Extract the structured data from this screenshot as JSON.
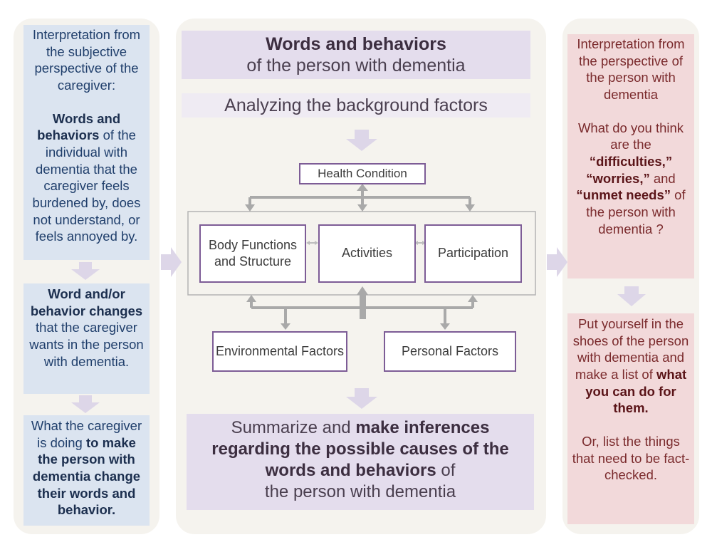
{
  "left": {
    "box1": {
      "intro": "Interpretation from the subjective perspective of the caregiver:",
      "bold1": "Words and behaviors",
      "rest1": "of the individual with dementia that the caregiver feels burdened by, does not understand, or feels annoyed by."
    },
    "box2": {
      "bold1": "Word and/or behavior changes",
      "rest1": "that the caregiver wants in the person with dementia."
    },
    "box3": {
      "pre": "What the caregiver is doing",
      "bold1": "to make the person with dementia change their words and behavior."
    }
  },
  "center": {
    "header": {
      "bold": "Words and behaviors",
      "rest": "of the person with dementia"
    },
    "analyzing": "Analyzing the background factors",
    "icf": {
      "health": "Health Condition",
      "body": "Body Functions and Structure",
      "activities": "Activities",
      "participation": "Participation",
      "environmental": "Environmental Factors",
      "personal": "Personal Factors"
    },
    "summary": {
      "pre": "Summarize and",
      "bold1": "make inferences regarding the possible causes of the words and behaviors",
      "mid": "of",
      "rest": "the person with dementia"
    }
  },
  "right": {
    "box1": {
      "intro": "Interpretation from the perspective of the person with dementia",
      "q1": "What do you think are the",
      "b1": "“difficulties,”",
      "b2": "“worries,”",
      "and": "and",
      "b3": "“unmet needs”",
      "q2": "of the person with dementia ?"
    },
    "box2": {
      "pre": "Put yourself in the shoes of the person with dementia and make a list of",
      "bold": "what you can do for them.",
      "post": "Or, list the things that need to be fact-checked."
    }
  },
  "colors": {
    "panel": "#f5f3ee",
    "blue_box": "#dbe4f0",
    "pink_box": "#f2d9da",
    "lavender": "#e4dded",
    "box_border": "#7d5c96",
    "arrow": "#ddd6e8"
  }
}
